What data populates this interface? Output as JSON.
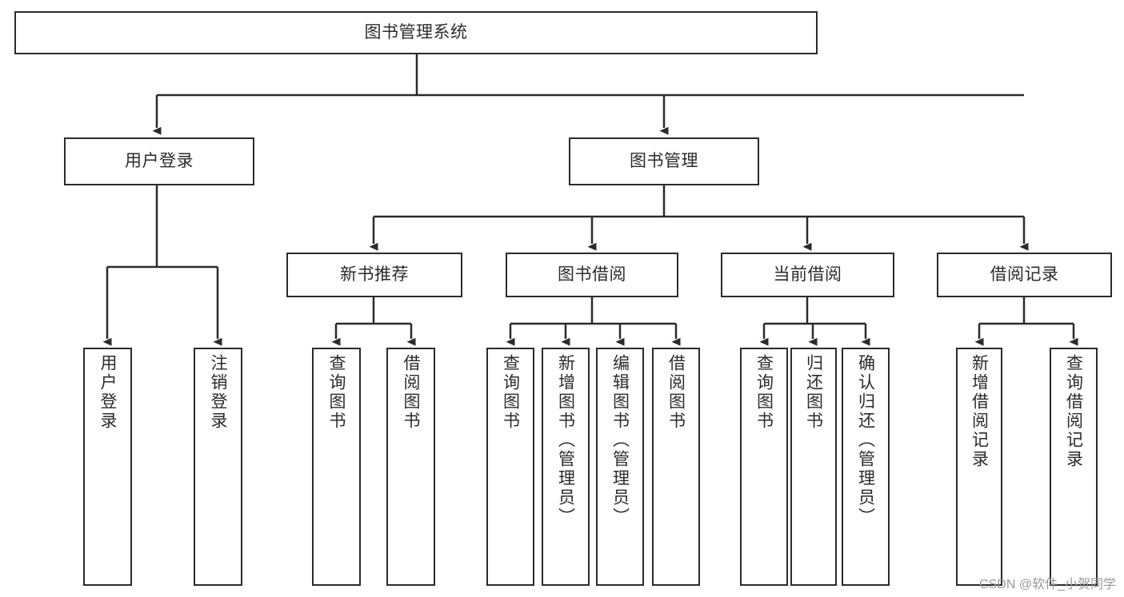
{
  "diagram": {
    "title": "图书管理系统",
    "type": "tree-hierarchy-diagram",
    "watermark": "CSDN @软件_小贺同学",
    "colors": {
      "stroke": "#2b2b2b",
      "fill": "#ffffff",
      "background": "#ffffff",
      "watermark": "#9a9a9a"
    },
    "nodes": {
      "root": {
        "label": "图书管理系统"
      },
      "level2": [
        {
          "label": "用户登录"
        },
        {
          "label": "图书管理"
        }
      ],
      "level3": [
        {
          "label": "新书推荐"
        },
        {
          "label": "图书借阅"
        },
        {
          "label": "当前借阅"
        },
        {
          "label": "借阅记录"
        }
      ],
      "leaves": {
        "user_login": [
          {
            "label": "用户登录"
          },
          {
            "label": "注销登录"
          }
        ],
        "new_book_recommend": [
          {
            "label": "查询图书"
          },
          {
            "label": "借阅图书"
          }
        ],
        "book_borrow": [
          {
            "label": "查询图书"
          },
          {
            "label": "新增图书（管理员）"
          },
          {
            "label": "编辑图书（管理员）"
          },
          {
            "label": "借阅图书"
          }
        ],
        "current_borrow": [
          {
            "label": "查询图书"
          },
          {
            "label": "归还图书"
          },
          {
            "label": "确认归还（管理员）"
          }
        ],
        "borrow_record": [
          {
            "label": "新增借阅记录"
          },
          {
            "label": "查询借阅记录"
          }
        ]
      }
    }
  }
}
